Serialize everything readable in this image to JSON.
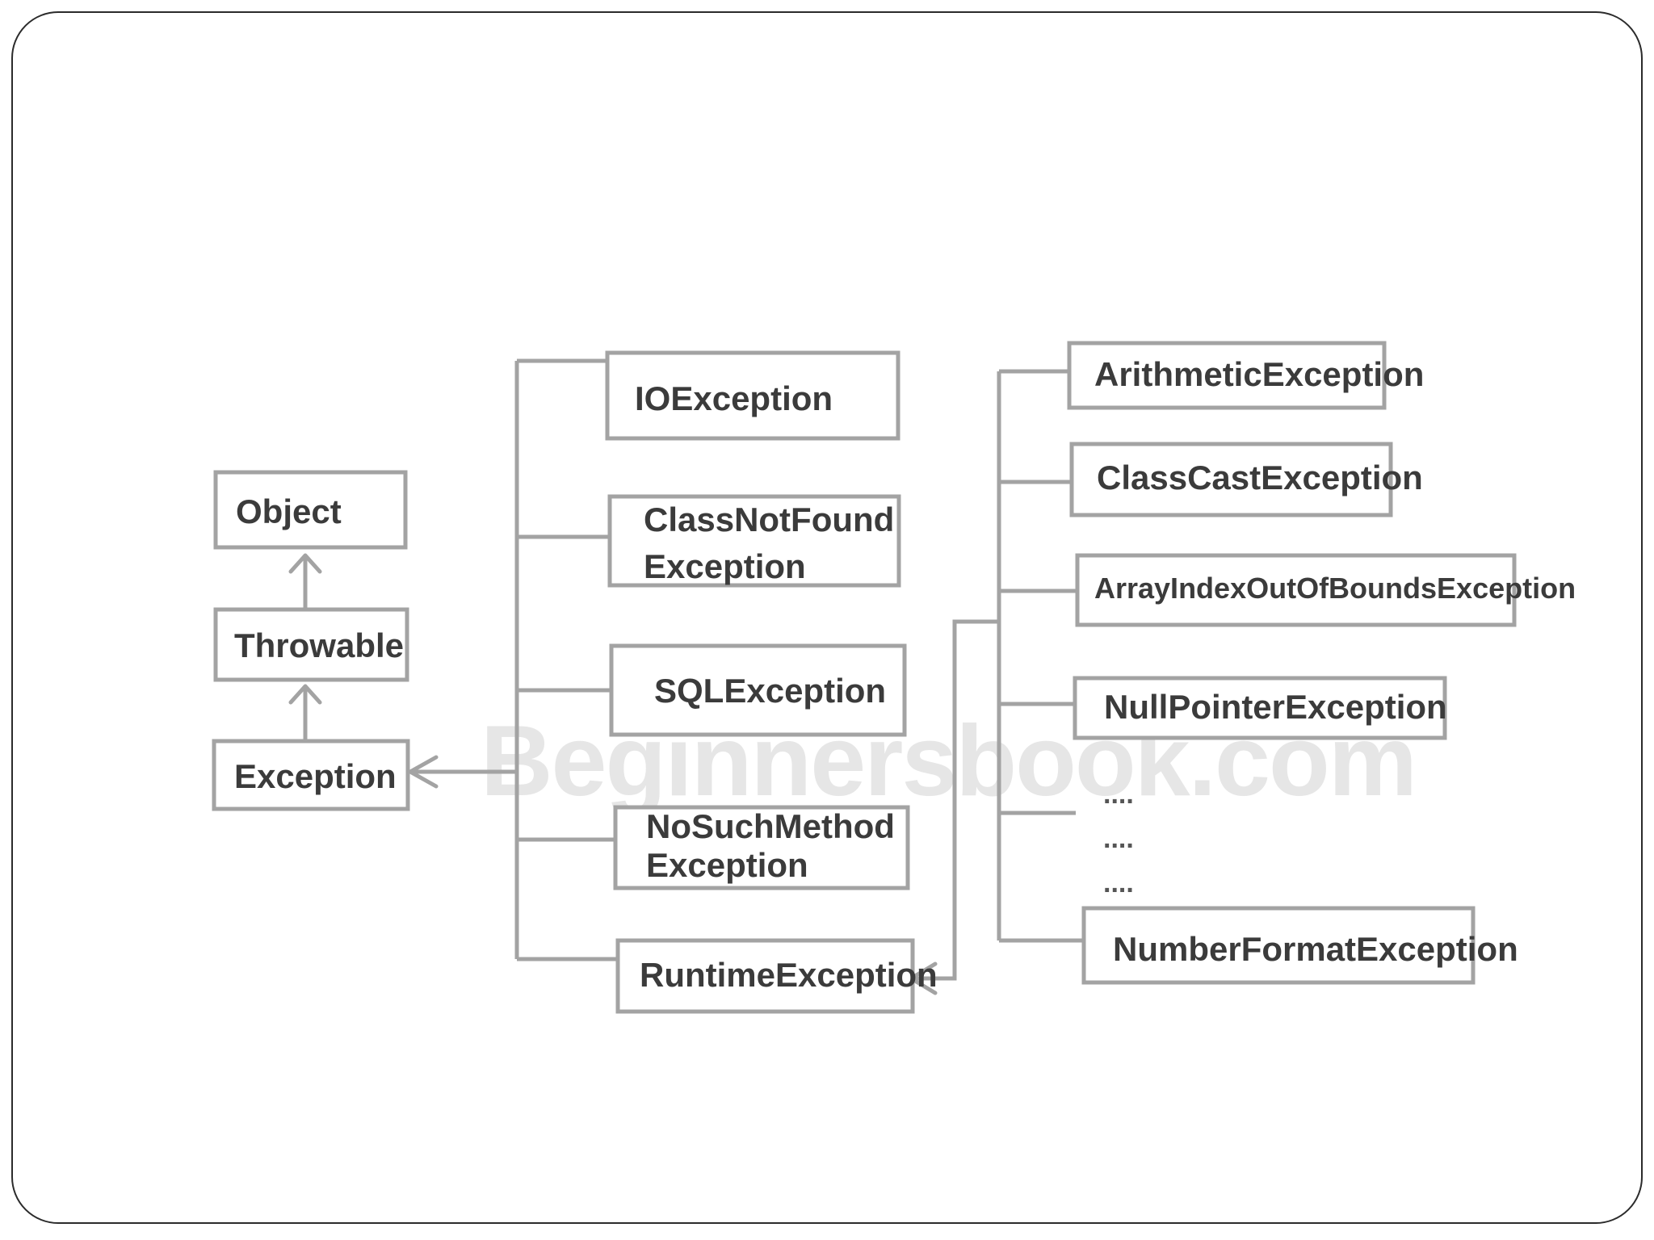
{
  "watermark": "Beginnersbook.com",
  "nodes": {
    "object": "Object",
    "throwable": "Throwable",
    "exception": "Exception",
    "io_exception": "IOException",
    "class_not_found_l1": "ClassNotFound",
    "class_not_found_l2": "Exception",
    "sql_exception": "SQLException",
    "no_such_method_l1": "NoSuchMethod",
    "no_such_method_l2": "Exception",
    "runtime_exception": "RuntimeException",
    "arithmetic_exception": "ArithmeticException",
    "class_cast_exception": "ClassCastException",
    "array_index_exception": "ArrayIndexOutOfBoundsException",
    "null_pointer_exception": "NullPointerException",
    "number_format_exception": "NumberFormatException"
  },
  "ellipses": [
    "....",
    "....",
    "...."
  ],
  "colors": {
    "box_stroke": "#a3a3a3",
    "text": "#3b3b3b",
    "border": "#2b2b2b"
  }
}
